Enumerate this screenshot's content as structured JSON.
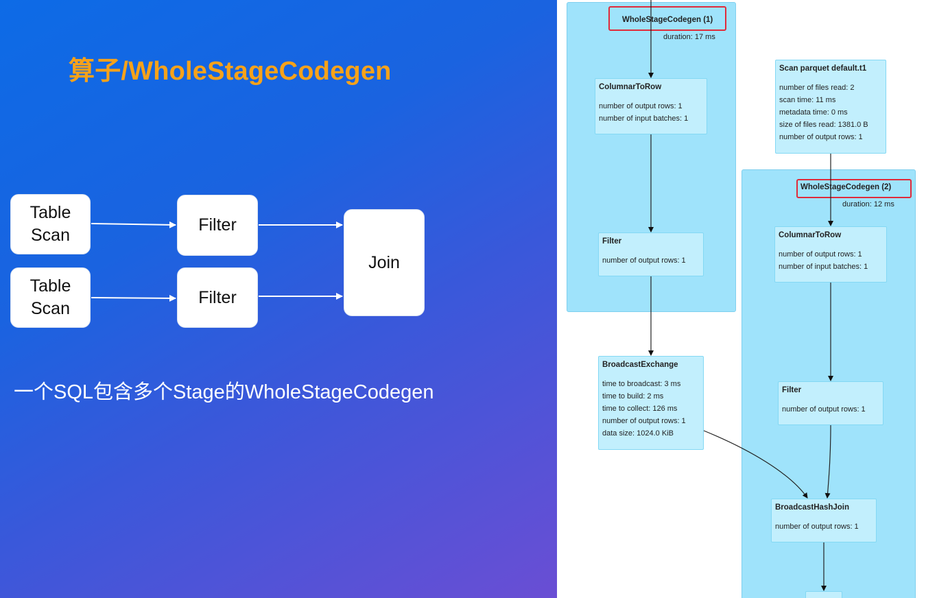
{
  "slide": {
    "title": "算子/WholeStageCodegen",
    "subtitle": "一个SQL包含多个Stage的WholeStageCodegen",
    "operators": {
      "scan1": "Table\nScan",
      "scan2": "Table\nScan",
      "filter1": "Filter",
      "filter2": "Filter",
      "join": "Join"
    }
  },
  "plan": {
    "stage1": {
      "label": "WholeStageCodegen (1)",
      "duration": "duration: 17 ms"
    },
    "stage2": {
      "label": "WholeStageCodegen (2)",
      "duration": "duration: 12 ms"
    },
    "nodes": {
      "c2r1": {
        "title": "ColumnarToRow",
        "metrics": [
          "number of output rows: 1",
          "number of input batches: 1"
        ]
      },
      "filter1": {
        "title": "Filter",
        "metrics": [
          "number of output rows: 1"
        ]
      },
      "broadcast": {
        "title": "BroadcastExchange",
        "metrics": [
          "time to broadcast: 3 ms",
          "time to build: 2 ms",
          "time to collect: 126 ms",
          "number of output rows: 1",
          "data size: 1024.0 KiB"
        ]
      },
      "scan": {
        "title": "Scan parquet default.t1",
        "metrics": [
          "number of files read: 2",
          "scan time: 11 ms",
          "metadata time: 0 ms",
          "size of files read: 1381.0 B",
          "number of output rows: 1"
        ]
      },
      "c2r2": {
        "title": "ColumnarToRow",
        "metrics": [
          "number of output rows: 1",
          "number of input batches: 1"
        ]
      },
      "filter2": {
        "title": "Filter",
        "metrics": [
          "number of output rows: 1"
        ]
      },
      "bhj": {
        "title": "BroadcastHashJoin",
        "metrics": [
          "number of output rows: 1"
        ]
      }
    }
  },
  "colors": {
    "background_start": "#0d6be6",
    "background_end": "#6a4ed4",
    "title": "#f7a21a",
    "stage_fill": "#9fe3fb",
    "node_fill": "#c2effd",
    "highlight": "#e02a3a"
  }
}
